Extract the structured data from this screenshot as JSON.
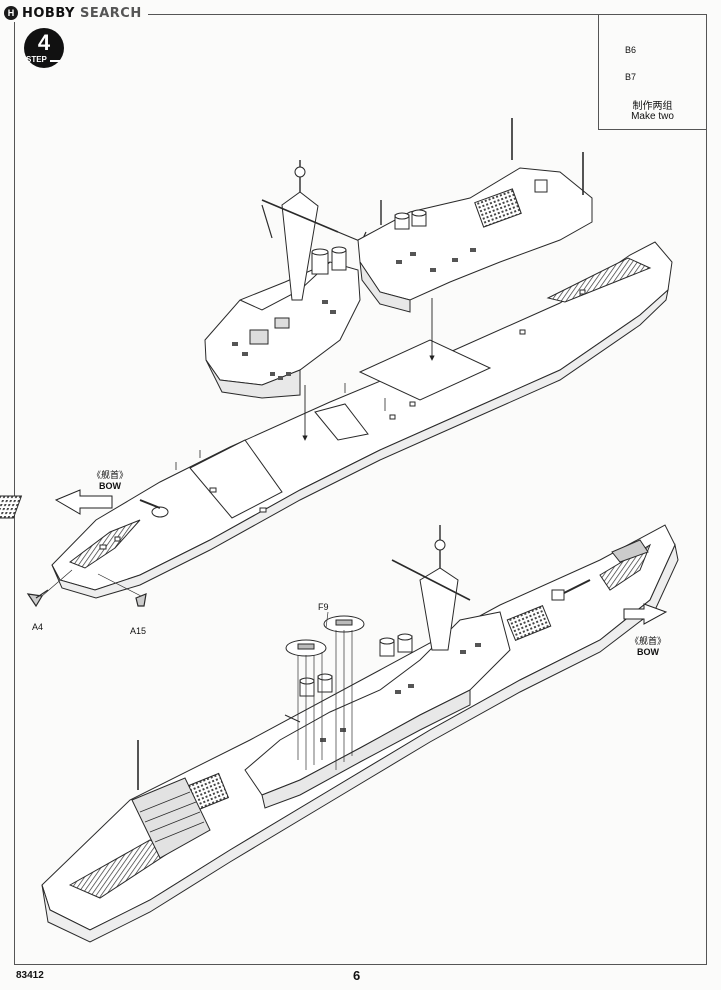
{
  "watermark": {
    "logo": "H",
    "brand_a": "HOBBY",
    "brand_b": " SEARCH"
  },
  "step": {
    "number": "4",
    "label": "STEP"
  },
  "inset": {
    "parts": [
      "B6",
      "B7"
    ],
    "instruction_cn": "制作两组",
    "instruction_en": "Make two"
  },
  "labels": {
    "bow_cn": "《舰首》",
    "bow_en": "BOW",
    "part_a4": "A4",
    "part_a15": "A15",
    "part_f9": "F9"
  },
  "footer": {
    "product_code": "83412",
    "page_number": "6"
  },
  "colors": {
    "line": "#2a2a2a",
    "fill": "#ffffff",
    "shade": "#d8d8d8",
    "dark": "#4a4a4a"
  }
}
